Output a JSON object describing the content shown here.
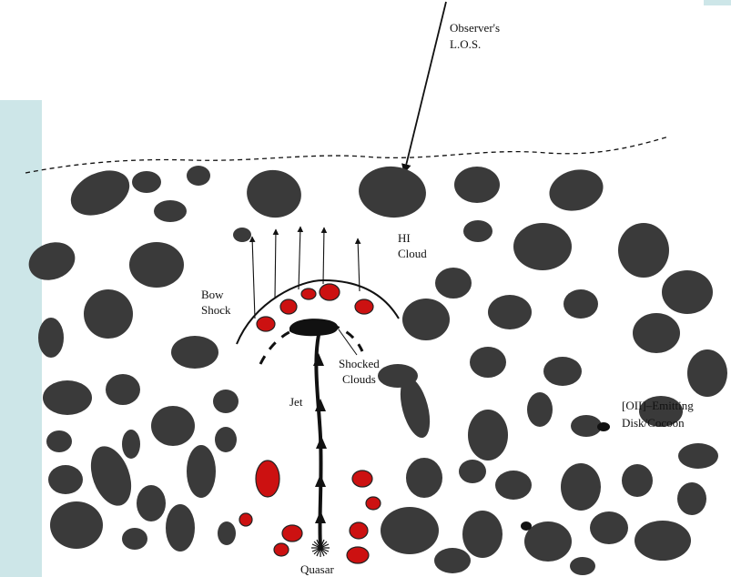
{
  "labels": {
    "observer_line1": "Observer's",
    "observer_line2": "L.O.S.",
    "hi_line1": "HI",
    "hi_line2": "Cloud",
    "bow_line1": "Bow",
    "bow_line2": "Shock",
    "shocked_line1": "Shocked",
    "shocked_line2": "Clouds",
    "jet": "Jet",
    "oii_line1": "[OII]–Emitting",
    "oii_line2": "Disk/Cocoon",
    "quasar": "Quasar"
  },
  "colors": {
    "frame_panel": "#cde6e8",
    "hi_cloud": "#3a3a3a",
    "shocked_cloud": "#cc1111",
    "line": "#111111"
  }
}
